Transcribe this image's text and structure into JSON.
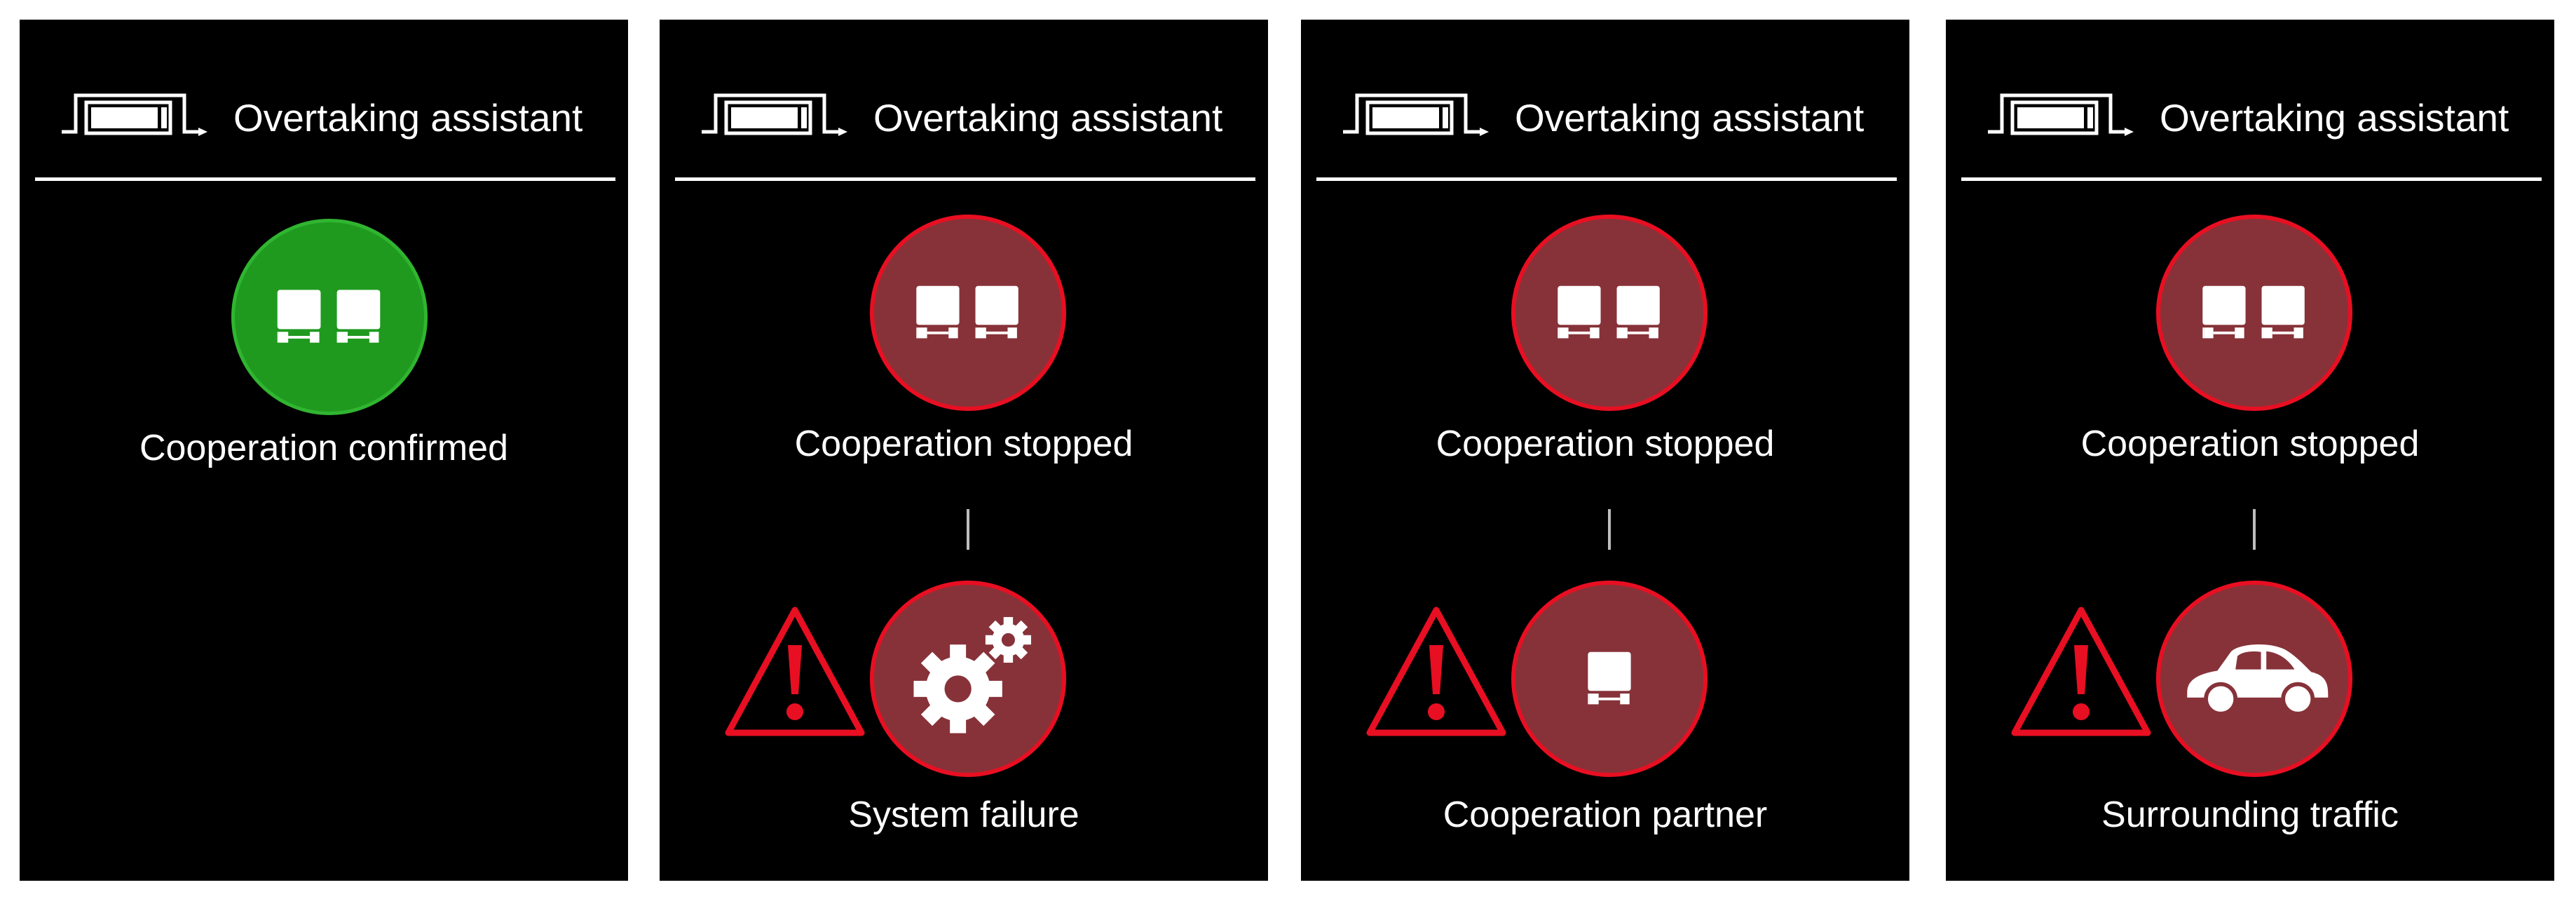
{
  "panels": [
    {
      "header_title": "Overtaking assistant",
      "status_label": "Cooperation confirmed",
      "status": "confirmed",
      "status_color": "#1f9a1f"
    },
    {
      "header_title": "Overtaking assistant",
      "status_label": "Cooperation stopped",
      "status": "stopped",
      "status_color": "#873239",
      "reason_label": "System failure",
      "reason_icon": "gears-icon"
    },
    {
      "header_title": "Overtaking assistant",
      "status_label": "Cooperation stopped",
      "status": "stopped",
      "status_color": "#873239",
      "reason_label": "Cooperation partner",
      "reason_icon": "truck-icon"
    },
    {
      "header_title": "Overtaking assistant",
      "status_label": "Cooperation stopped",
      "status": "stopped",
      "status_color": "#873239",
      "reason_label": "Surrounding traffic",
      "reason_icon": "car-icon"
    }
  ],
  "colors": {
    "background": "#000000",
    "confirmed": "#1f9a1f",
    "stopped_fill": "#873239",
    "alert_red": "#e80f22"
  }
}
